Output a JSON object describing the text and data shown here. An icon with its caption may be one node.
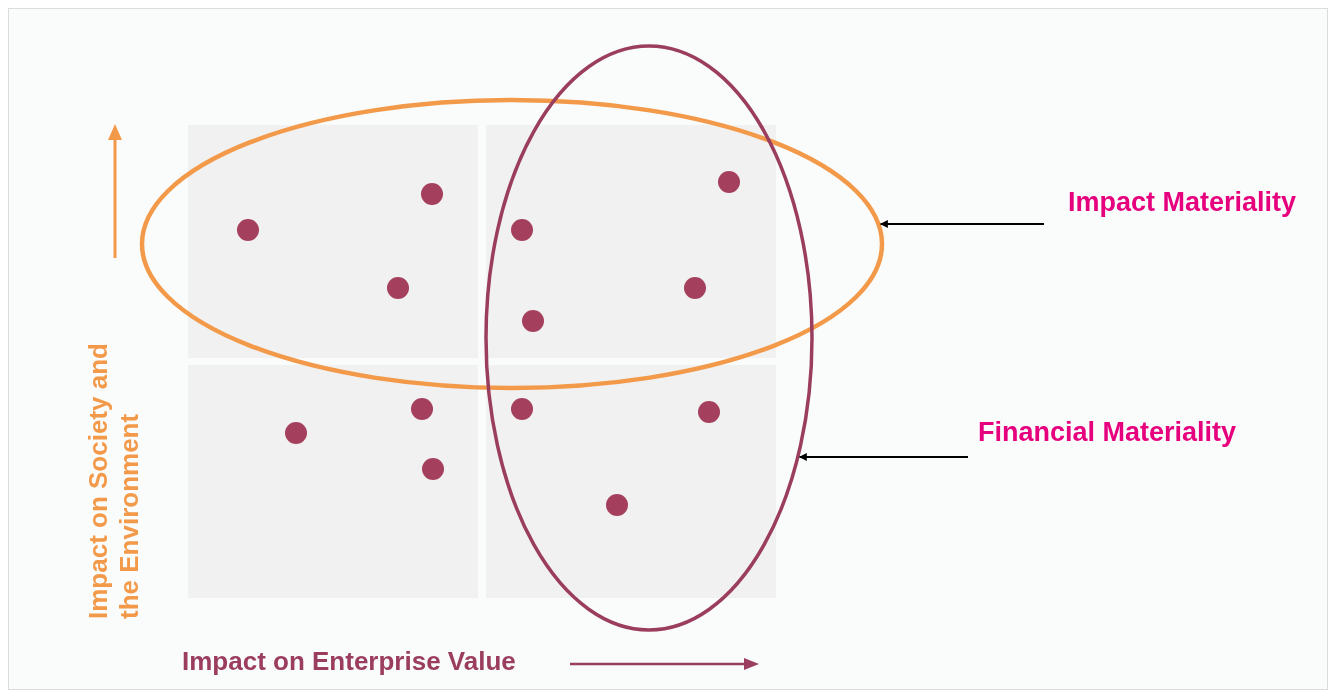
{
  "diagram": {
    "nodes": [
      {
        "text": [],
        "shape": "ellipse"
      },
      {
        "text": [],
        "shape": "ellipse"
      },
      {
        "text": [
          "Impact Materiality"
        ]
      },
      {
        "text": [
          "Financial Materiality"
        ]
      }
    ],
    "edges": [
      {
        "from": 2,
        "to": 0,
        "arrow": "to"
      },
      {
        "from": 3,
        "to": 1,
        "arrow": "to"
      }
    ],
    "labels": [
      "Impact on Society and the Environment",
      "Impact on Enterprise Value"
    ]
  }
}
